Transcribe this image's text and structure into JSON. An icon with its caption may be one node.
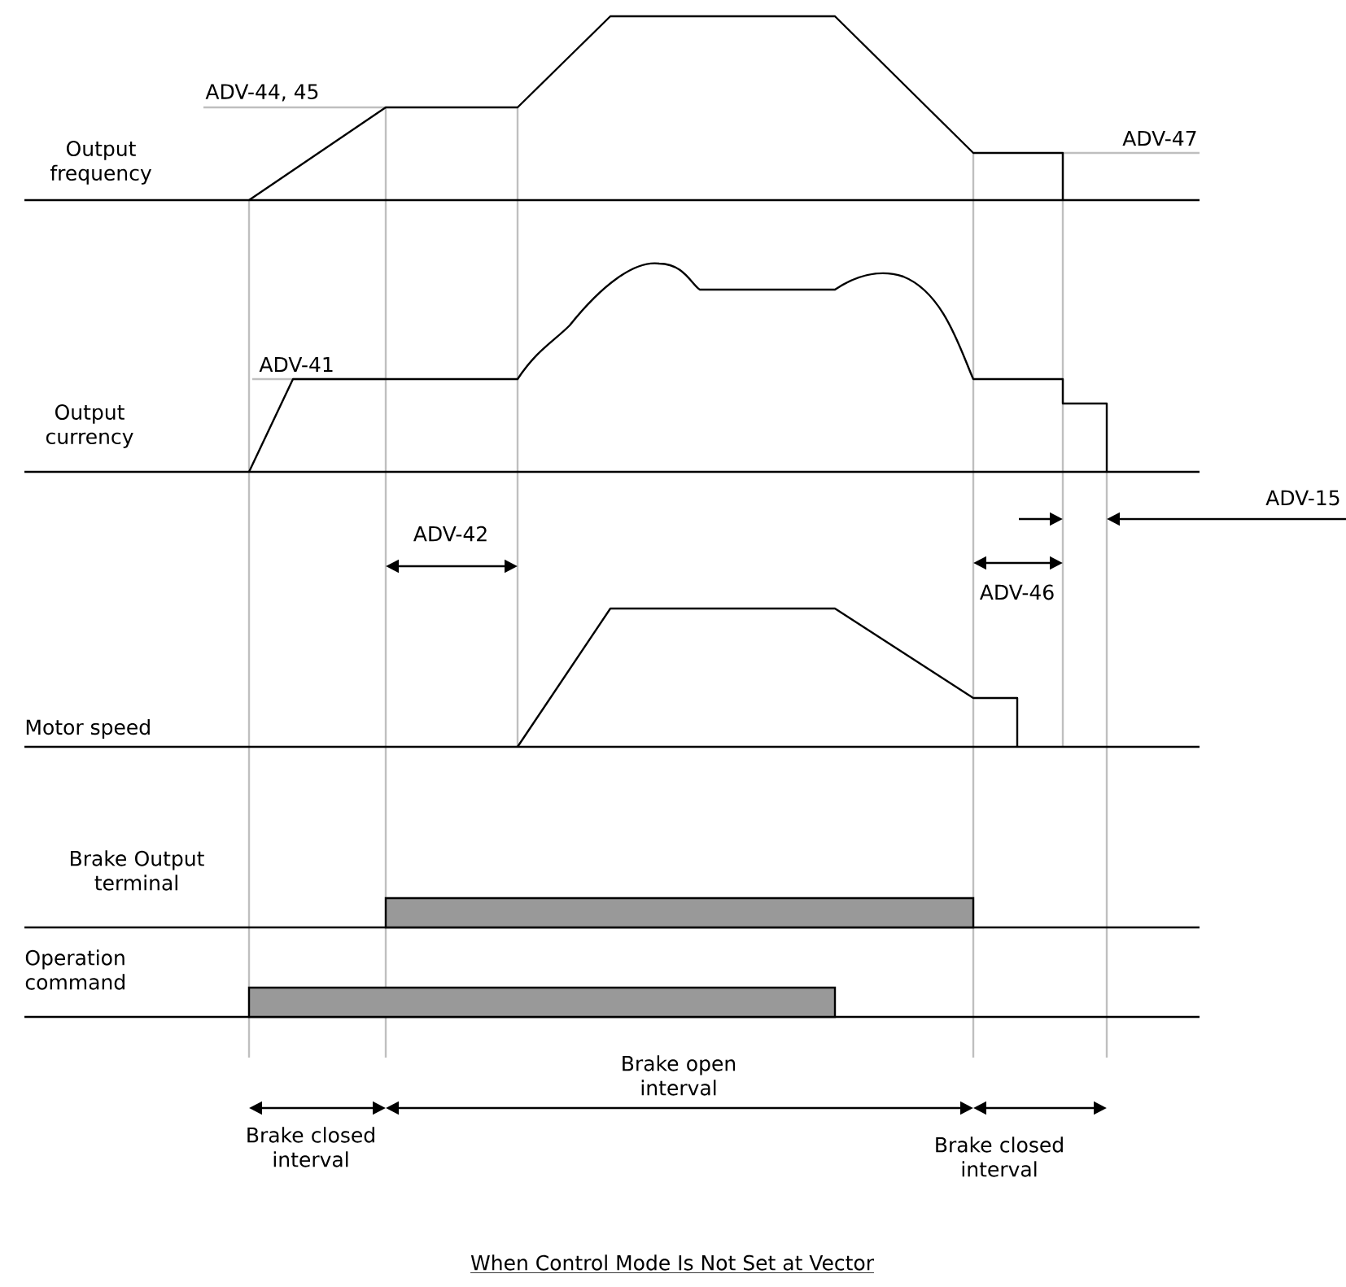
{
  "diagram": {
    "caption": "When Control Mode Is Not Set at Vector",
    "labels": [
      "ADV-44, 45",
      "Output frequency",
      "ADV-47",
      "ADV-41",
      "Output currency",
      "ADV-42",
      "ADV-15",
      "ADV-46",
      "Motor speed",
      "Brake Output terminal",
      "Operation command",
      "Brake open interval",
      "Brake closed interval",
      "Brake closed interval"
    ]
  }
}
